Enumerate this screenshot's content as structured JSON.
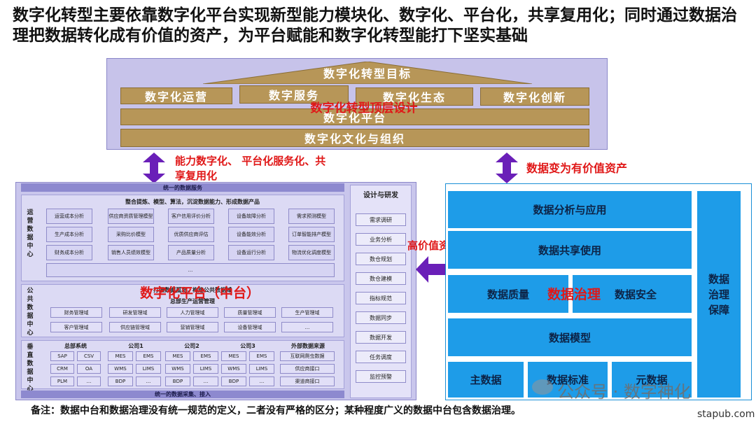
{
  "title": "数字化转型主要依靠数字化平台实现新型能力模块化、数字化、平台化，共享复用化；同时通过数据治理把数据转化成有价值的资产，为平台赋能和数字化转型能打下坚实基础",
  "top": {
    "goal": "数字化转型目标",
    "boxes": [
      "数字化运营",
      "数字服务",
      "数字化生态",
      "数字化创新"
    ],
    "platform": "数字化平台",
    "culture": "数字化文化与组织",
    "overlay": "数字化转型顶层设计"
  },
  "arrows": {
    "left_label": "能力数字化、 平台化服务化、共享复用化",
    "right_label": "数据变为有价值资产",
    "middle_label": "高价值资产"
  },
  "left": {
    "unified_service": "统一的数据服务",
    "integrate_bar": "整合提炼、模型、算法，沉淀数据能力、形成数据产品",
    "ops_label": "运营数据中心",
    "ops_cells": [
      [
        "运营成本分析",
        "供应商资质管理模型",
        "客户信用评价分析",
        "设备故障分析",
        "需求预测模型"
      ],
      [
        "生产成本分析",
        "采购比价模型",
        "优质供应商评估",
        "设备能效分析",
        "订单智能排产模型"
      ],
      [
        "财务成本分析",
        "销售人员绩效模型",
        "产品质量分析",
        "设备运行分析",
        "物流优化调度模型"
      ]
    ],
    "ops_more": "...",
    "public_label": "公共数据中心",
    "public_bar": "打通数据孤岛，构建公共数据域",
    "public_sub": "总部生产运营管理",
    "public_cells": [
      [
        "财务管理域",
        "研发管理域",
        "人力管理域",
        "质量管理域",
        "生产管理域"
      ],
      [
        "客户管理域",
        "供应链管理域",
        "营销管理域",
        "设备管理域",
        "..."
      ]
    ],
    "overlay": "数字化平台（中台）",
    "vertical_label": "垂直数据中心",
    "vertical_headers": [
      "总部系统",
      "公司1",
      "公司2",
      "公司3",
      "外部数据来源"
    ],
    "hq_cells": [
      [
        "SAP",
        "CSV"
      ],
      [
        "CRM",
        "OA"
      ],
      [
        "PLM",
        "..."
      ]
    ],
    "company_cells": [
      [
        "MES",
        "EMS"
      ],
      [
        "WMS",
        "LIMS"
      ],
      [
        "BDP",
        "..."
      ]
    ],
    "external_cells": [
      "互联网爬虫数据",
      "供应商接口",
      "渠道商接口"
    ],
    "collect_bar": "统一的数据采集、接入",
    "rd_title": "设计与研发",
    "rd_items": [
      "需求调研",
      "业务分析",
      "数仓规划",
      "数仓建模",
      "指标规范",
      "数据同步",
      "数据开发",
      "任务调度",
      "监控预警"
    ]
  },
  "right": {
    "analysis": "数据分析与应用",
    "sharing": "数据共享使用",
    "quality": "数据质量",
    "security": "数据安全",
    "model": "数据模型",
    "master": "主数据",
    "standard": "数据标准",
    "metadata": "元数据",
    "guarantee": "数据治理保障",
    "overlay": "数据治理"
  },
  "note": "备注：数据中台和数据治理没有统一规范的定义，二者没有严格的区分；某种程度广义的数据中台包含数据治理。",
  "watermark": "公众号 · 数字神化",
  "site": "stapub.com",
  "colors": {
    "panel": "#c7c3ea",
    "gold": "#b79658",
    "blue": "#1e9ce8",
    "red": "#e01818",
    "arrow": "#6a1fb8"
  }
}
